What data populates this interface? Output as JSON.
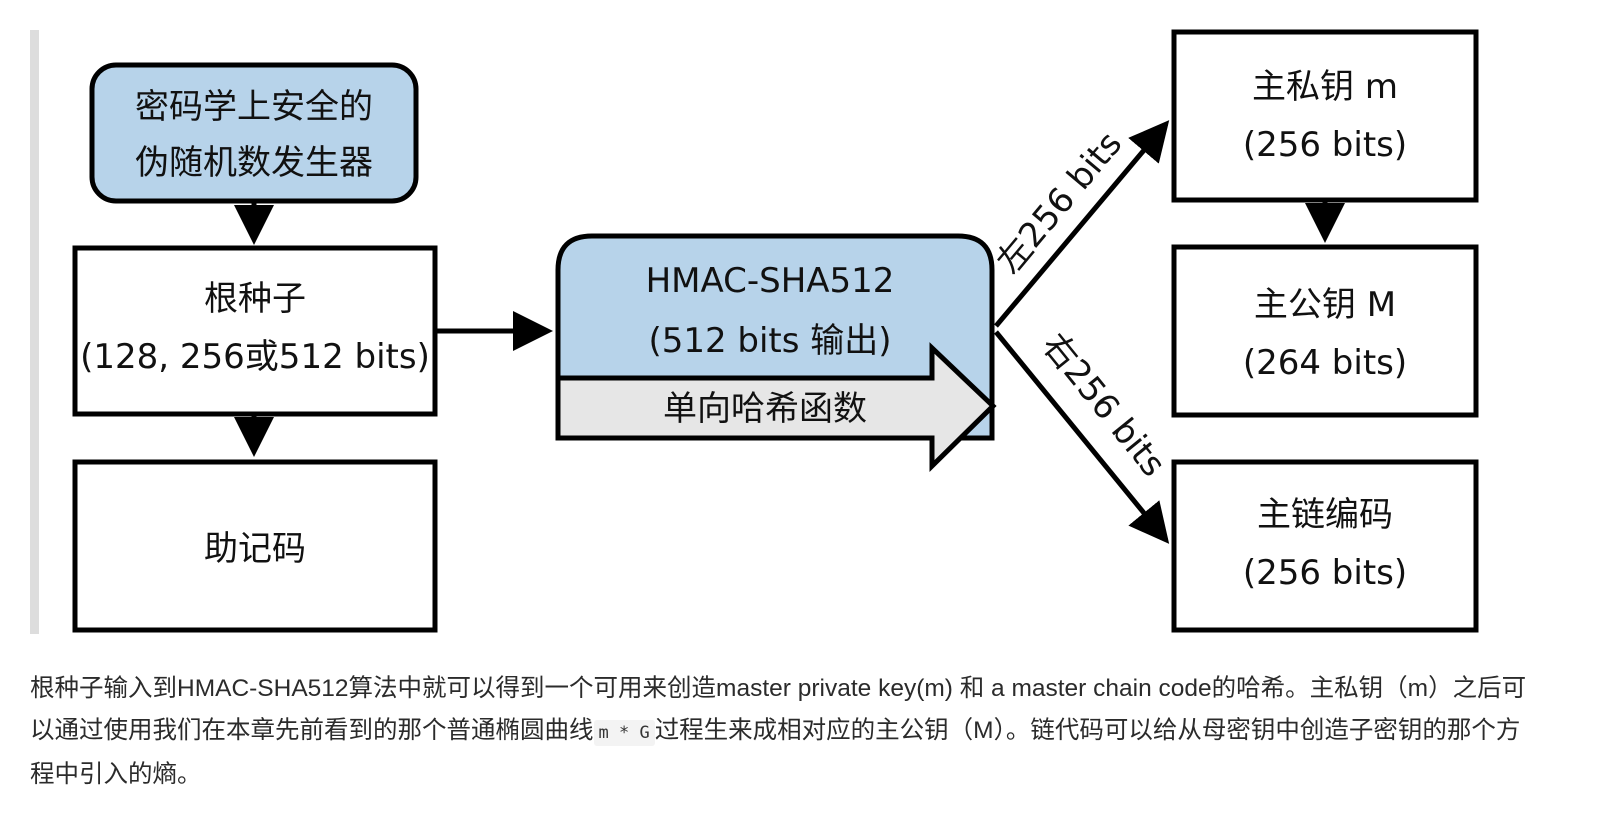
{
  "diagram": {
    "prng": {
      "line1": "密码学上安全的",
      "line2": "伪随机数发生器"
    },
    "root_seed": {
      "line1": "根种子",
      "line2": "(128, 256或512 bits)"
    },
    "mnemonic": {
      "label": "助记码"
    },
    "hmac": {
      "line1": "HMAC-SHA512",
      "line2": "(512 bits 输出)"
    },
    "one_way": {
      "label": "单向哈希函数"
    },
    "left_edge": {
      "label": "左256 bits"
    },
    "right_edge": {
      "label": "右256 bits"
    },
    "master_private": {
      "line1": "主私钥 m",
      "line2": "(256 bits)"
    },
    "master_public": {
      "line1": "主公钥 M",
      "line2": "(264 bits)"
    },
    "chain_code": {
      "line1": "主链编码",
      "line2": "(256 bits)"
    }
  },
  "caption": {
    "part1": "根种子输入到HMAC-SHA512算法中就可以得到一个可用来创造master private key(m) 和 a master chain code的哈希。主私钥（m）之后可以通过使用我们在本章先前看到的那个普通椭圆曲线",
    "code": "m * G",
    "part2": "过程生来成相对应的主公钥（M）。链代码可以给从母密钥中创造子密钥的那个方程中引入的熵。"
  },
  "colors": {
    "blue_fill": "#b7d3ea",
    "gray_fill": "#e6e6e6",
    "left_bar": "#dddddd"
  }
}
